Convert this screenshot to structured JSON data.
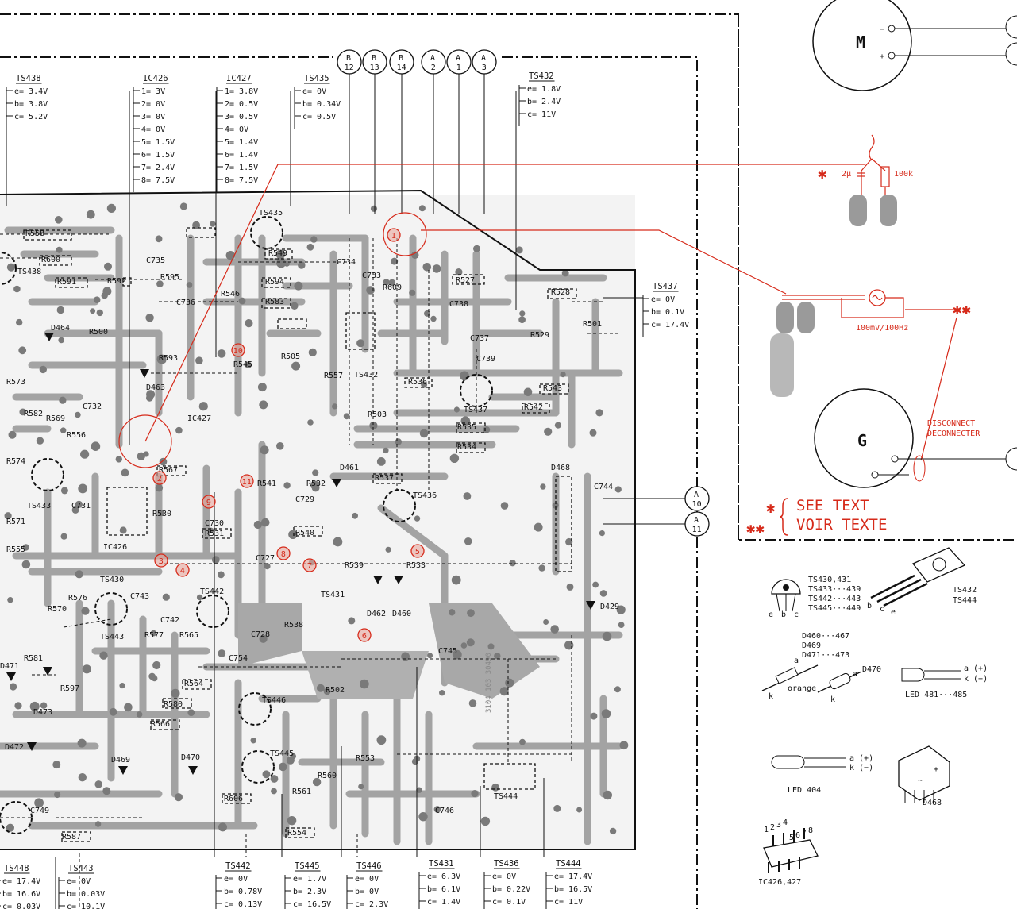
{
  "colors": {
    "pcb_track": "#9a9a9a",
    "pcb_pad": "#6d6d6d",
    "ink": "#111111",
    "annotation_red": "#d62a1a"
  },
  "voltage_tables": [
    {
      "title": "TS438",
      "rows": [
        "e= 3.4V",
        "b= 3.8V",
        "c= 5.2V"
      ]
    },
    {
      "title": "IC426",
      "rows": [
        "1= 3V",
        "2= 0V",
        "3= 0V",
        "4= 0V",
        "5= 1.5V",
        "6= 1.5V",
        "7= 2.4V",
        "8= 7.5V"
      ]
    },
    {
      "title": "IC427",
      "rows": [
        "1= 3.8V",
        "2= 0.5V",
        "3= 0.5V",
        "4= 0V",
        "5= 1.4V",
        "6= 1.4V",
        "7= 1.5V",
        "8= 7.5V"
      ]
    },
    {
      "title": "TS435",
      "rows": [
        "e= 0V",
        "b= 0.34V",
        "c= 0.5V"
      ]
    },
    {
      "title": "TS432",
      "rows": [
        "e= 1.8V",
        "b= 2.4V",
        "c= 11V"
      ]
    },
    {
      "title": "TS437",
      "rows": [
        "e= 0V",
        "b= 0.1V",
        "c= 17.4V"
      ]
    },
    {
      "title": "TS448",
      "rows": [
        "e= 17.4V",
        "b= 16.6V",
        "c= 0.03V"
      ]
    },
    {
      "title": "TS443",
      "rows": [
        "e= 0V",
        "b= 0.03V",
        "c= 10.1V"
      ]
    },
    {
      "title": "TS442",
      "rows": [
        "e= 0V",
        "b= 0.78V",
        "c= 0.13V"
      ]
    },
    {
      "title": "TS445",
      "rows": [
        "e= 1.7V",
        "b= 2.3V",
        "c= 16.5V"
      ]
    },
    {
      "title": "TS446",
      "rows": [
        "e= 0V",
        "b= 0V",
        "c= 2.3V"
      ]
    },
    {
      "title": "TS431",
      "rows": [
        "e= 6.3V",
        "b= 6.1V",
        "c= 1.4V"
      ]
    },
    {
      "title": "TS436",
      "rows": [
        "e= 0V",
        "b= 0.22V",
        "c= 0.1V"
      ]
    },
    {
      "title": "TS444",
      "rows": [
        "e= 17.4V",
        "b= 16.5V",
        "c= 11V"
      ]
    }
  ],
  "connectors": [
    {
      "top": "B",
      "bottom": "12"
    },
    {
      "top": "B",
      "bottom": "13"
    },
    {
      "top": "B",
      "bottom": "14"
    },
    {
      "top": "A",
      "bottom": "2"
    },
    {
      "top": "A",
      "bottom": "1"
    },
    {
      "top": "A",
      "bottom": "3"
    },
    {
      "top": "A",
      "bottom": "10"
    },
    {
      "top": "A",
      "bottom": "11"
    }
  ],
  "components": [
    "R558",
    "R600",
    "R591",
    "R592",
    "R595",
    "R594",
    "R583",
    "R546",
    "R545",
    "R549",
    "R505",
    "C734",
    "C733",
    "R609",
    "R527",
    "C738",
    "C737",
    "C739",
    "R529",
    "R501",
    "R528",
    "R536",
    "R543",
    "R542",
    "R503",
    "R535",
    "R534",
    "R537",
    "R557",
    "TS432",
    "TS437",
    "TS435",
    "C735",
    "C736",
    "R593",
    "D463",
    "D464",
    "R500",
    "R573",
    "R582",
    "R569",
    "R556",
    "C732",
    "R574",
    "TS433",
    "C731",
    "R571",
    "R555",
    "R567",
    "R530",
    "IC426",
    "IC427",
    "C730",
    "R531",
    "R541",
    "R532",
    "C729",
    "D461",
    "R540",
    "TS436",
    "D468",
    "C744",
    "TS430",
    "R576",
    "R570",
    "C743",
    "C742",
    "R577",
    "R565",
    "TS443",
    "TS442",
    "C728",
    "C754",
    "R538",
    "R539",
    "R533",
    "D462",
    "D460",
    "TS431",
    "D429",
    "C745",
    "R581",
    "R597",
    "D473",
    "D472",
    "R564",
    "R580",
    "R566",
    "TS446",
    "R502",
    "D469",
    "D470",
    "TS445",
    "R560",
    "R553",
    "R561",
    "R606",
    "C749",
    "R587",
    "R554",
    "C746",
    "TS444",
    "C727",
    "D471",
    "TS438"
  ],
  "test_points": [
    "1",
    "2",
    "3",
    "4",
    "5",
    "6",
    "7",
    "8",
    "9",
    "10",
    "11"
  ],
  "inset": {
    "motor_label": "M",
    "motor_minus": "−",
    "motor_plus": "+",
    "generator_label": "G",
    "cap_value": "2µ",
    "resistor_value": "100k",
    "signal": "100mV/100Hz",
    "disconnect_en": "DISCONNECT",
    "disconnect_fr": "DECONNECTER",
    "star1": "✱",
    "star2": "✱✱",
    "see_text": "SEE TEXT",
    "voir_texte": "VOIR TEXTE"
  },
  "legend": {
    "small_transistor_list": [
      "TS430,431",
      "TS433···439",
      "TS442···443",
      "TS445···449"
    ],
    "small_transistor_pins": [
      "e",
      "b",
      "c"
    ],
    "power_transistor_list": [
      "TS432",
      "TS444"
    ],
    "diode_list": [
      "D460···467",
      "D469",
      "D471···473"
    ],
    "diode_anode": "a",
    "diode_cathode": "k",
    "diode_color_label": "orange",
    "d470_label": "D470",
    "led_a": "a (+)",
    "led_k": "k (−)",
    "led_481_label": "LED 481···485",
    "led_404_label": "LED 404",
    "bridge_label": "D468",
    "ic_label": "IC426,427",
    "ic_pins": [
      "1",
      "2",
      "3",
      "4",
      "5",
      "6",
      "7",
      "8"
    ]
  },
  "pcb_code": "3104 103 30490"
}
